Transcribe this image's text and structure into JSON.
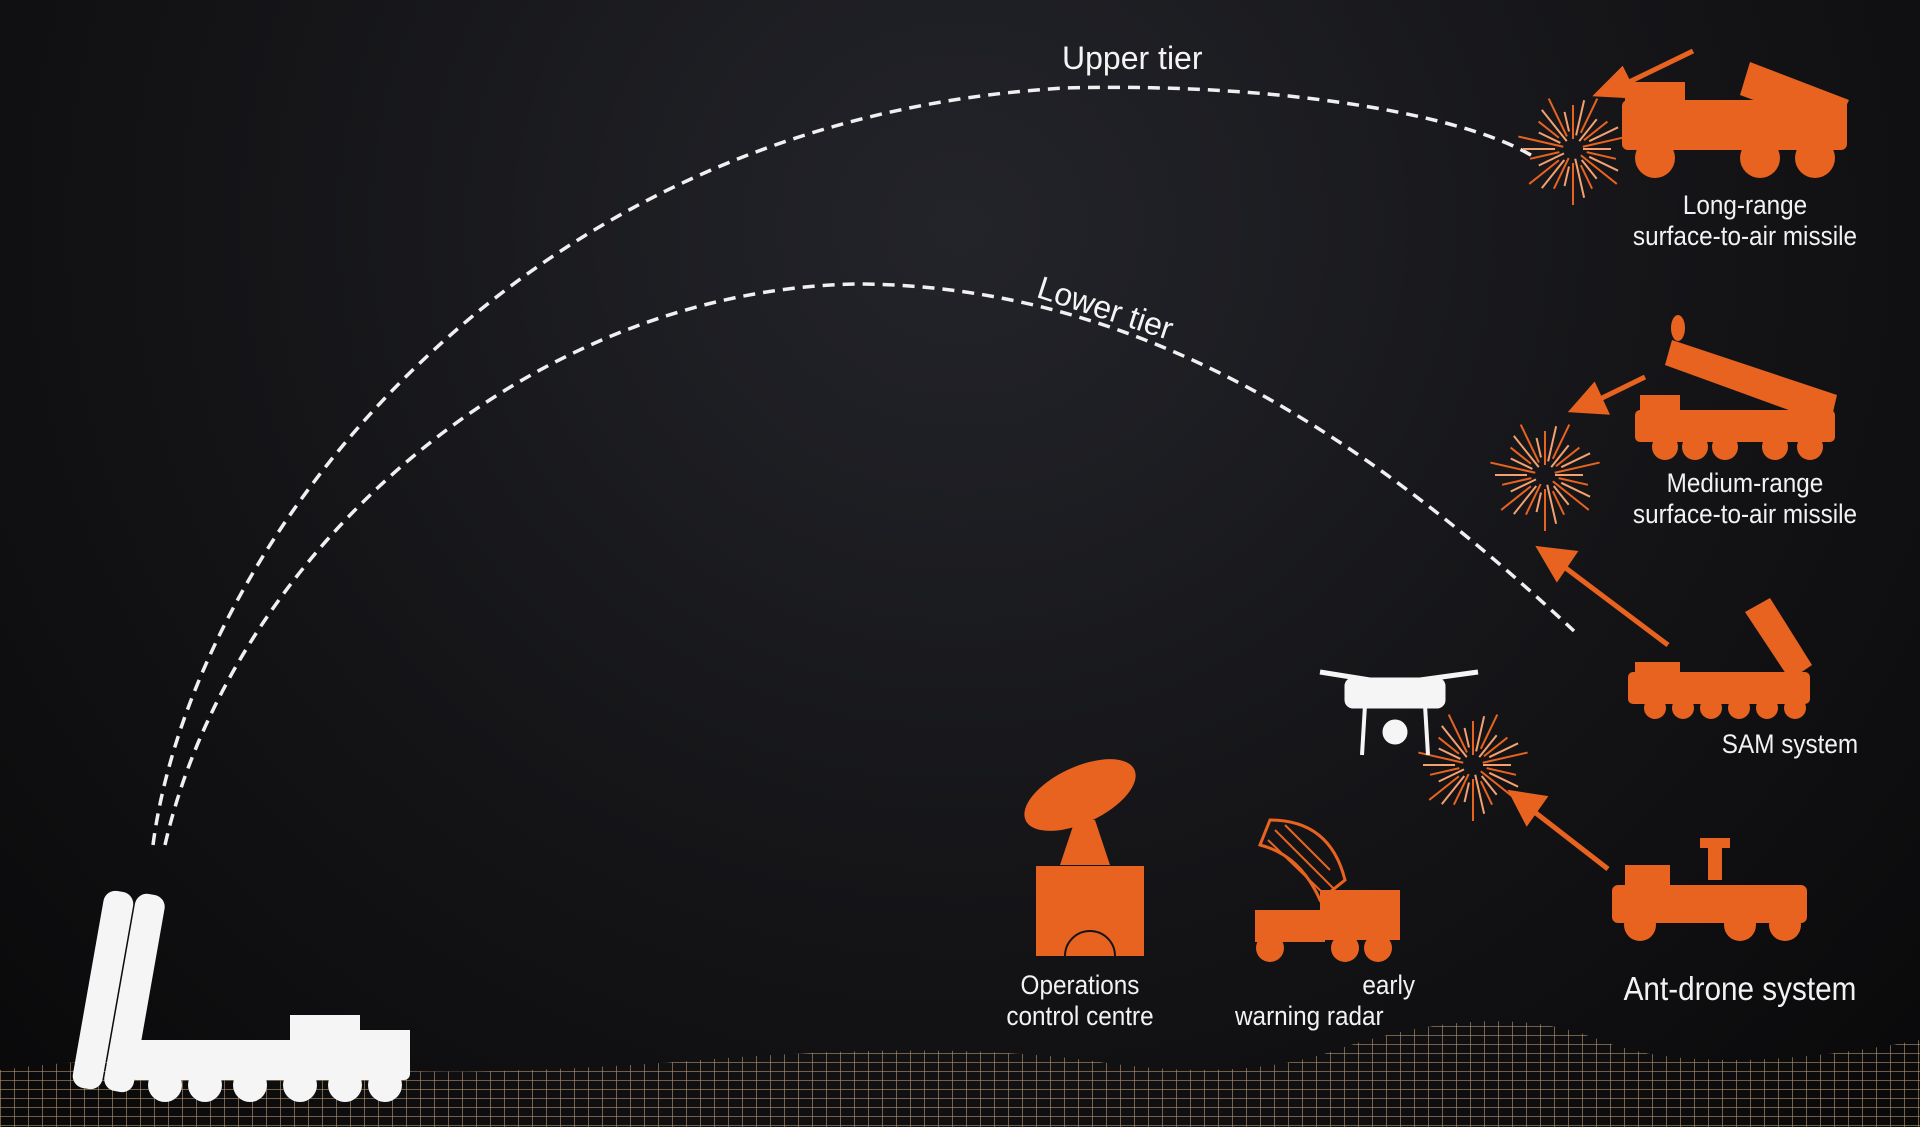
{
  "tiers": {
    "upper": "Upper tier",
    "lower": "Lower tier"
  },
  "systems": [
    {
      "id": "long-range",
      "line1": "Long-range",
      "line2": "surface-to-air missile"
    },
    {
      "id": "medium-range",
      "line1": "Medium-range",
      "line2": "surface-to-air missile"
    },
    {
      "id": "sam",
      "line1": "SAM system"
    },
    {
      "id": "anti-drone",
      "line1": "Ant-drone system"
    },
    {
      "id": "ops",
      "line1": "Operations",
      "line2": "control centre"
    },
    {
      "id": "radar",
      "line1": "early",
      "line2": "warning radar"
    }
  ],
  "colors": {
    "accent": "#e8631f",
    "text": "#f2f2f2",
    "terrain": "#c9a47a",
    "background": "#141417"
  }
}
